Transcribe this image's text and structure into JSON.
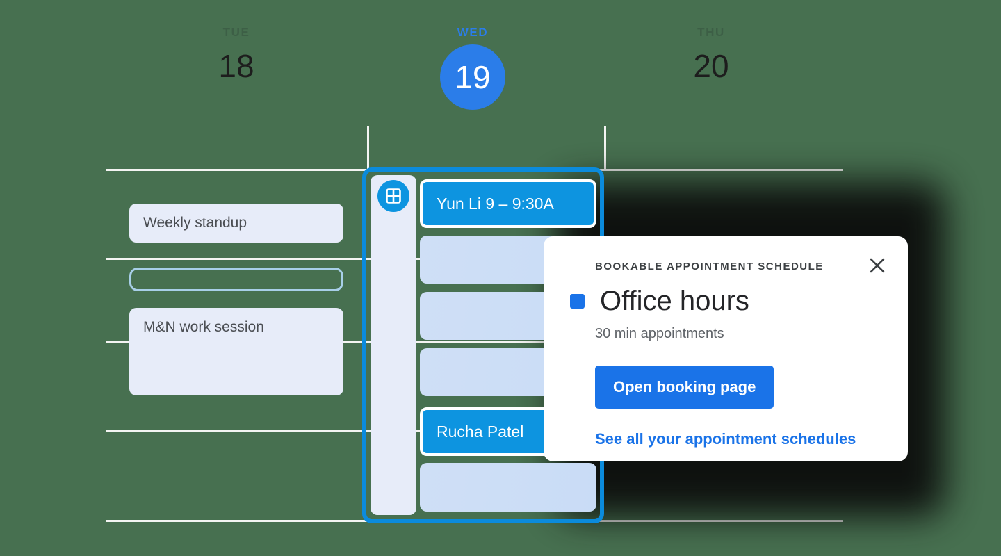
{
  "background_color": "#477050",
  "accent_blue": "#1a73e8",
  "event_blue": "#0d94e0",
  "calendar": {
    "days": [
      {
        "dow": "TUE",
        "date": "18",
        "is_today": false
      },
      {
        "dow": "WED",
        "date": "19",
        "is_today": true
      },
      {
        "dow": "THU",
        "date": "20",
        "is_today": false
      }
    ],
    "tuesday_events": [
      {
        "title": "Weekly standup"
      },
      {
        "title": ""
      },
      {
        "title": "M&N work session"
      }
    ],
    "wednesday": {
      "schedule_badge_icon": "grid-icon",
      "slots": [
        {
          "label": "Yun Li  9 – 9:30A",
          "booked": true
        },
        {
          "label": "",
          "booked": false
        },
        {
          "label": "",
          "booked": false
        },
        {
          "label": "",
          "booked": false
        },
        {
          "label": "Rucha Patel",
          "booked": true
        },
        {
          "label": "",
          "booked": false
        }
      ]
    }
  },
  "popup": {
    "eyebrow": "BOOKABLE APPOINTMENT SCHEDULE",
    "title": "Office hours",
    "subtitle": "30 min appointments",
    "primary_button": "Open booking page",
    "link": "See all your appointment schedules",
    "close_icon": "close-icon",
    "color_swatch": "#1a73e8"
  }
}
